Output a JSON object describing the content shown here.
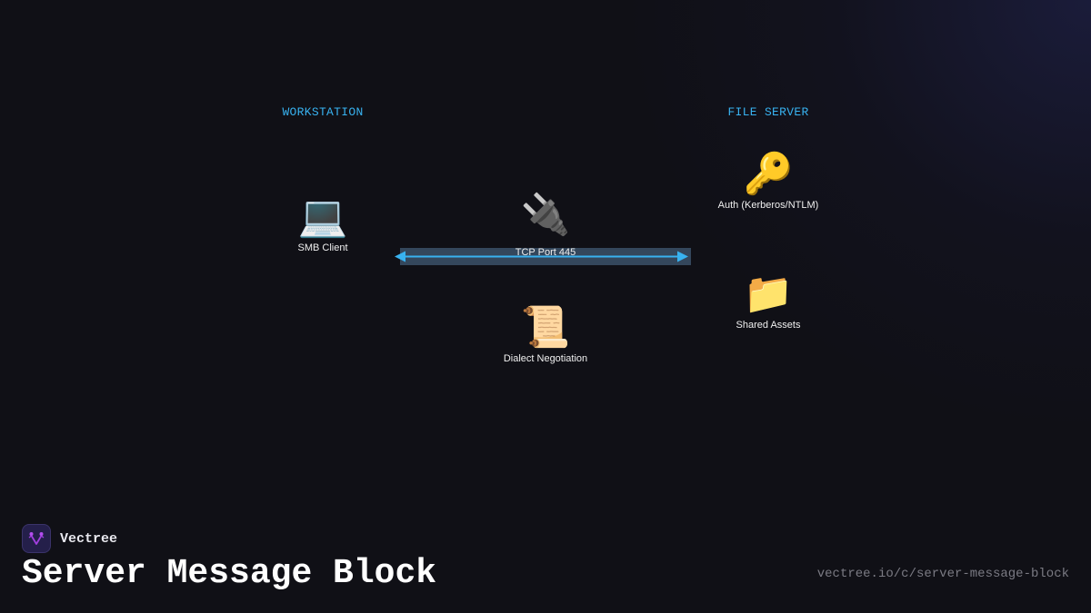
{
  "diagram": {
    "columns": {
      "workstation": "WORKSTATION",
      "file_server": "FILE SERVER"
    },
    "nodes": {
      "smb_client": {
        "icon": "laptop-icon",
        "glyph": "💻",
        "label": "SMB Client"
      },
      "tcp_port": {
        "icon": "plug-icon",
        "glyph": "🔌",
        "label": "TCP Port 445"
      },
      "dialect": {
        "icon": "scroll-icon",
        "glyph": "📜",
        "label": "Dialect Negotiation"
      },
      "auth": {
        "icon": "key-icon",
        "glyph": "🔑",
        "label": "Auth (Kerberos/NTLM)"
      },
      "shared_assets": {
        "icon": "folder-icon",
        "glyph": "📁",
        "label": "Shared Assets"
      }
    },
    "connection": {
      "label": "TCP Port 445",
      "direction": "bidirectional",
      "color": "#38b2f0",
      "bar_color": "#34475c"
    },
    "accent_color": "#38b2f0"
  },
  "footer": {
    "brand": "Vectree",
    "title": "Server Message Block",
    "url": "vectree.io/c/server-message-block"
  }
}
